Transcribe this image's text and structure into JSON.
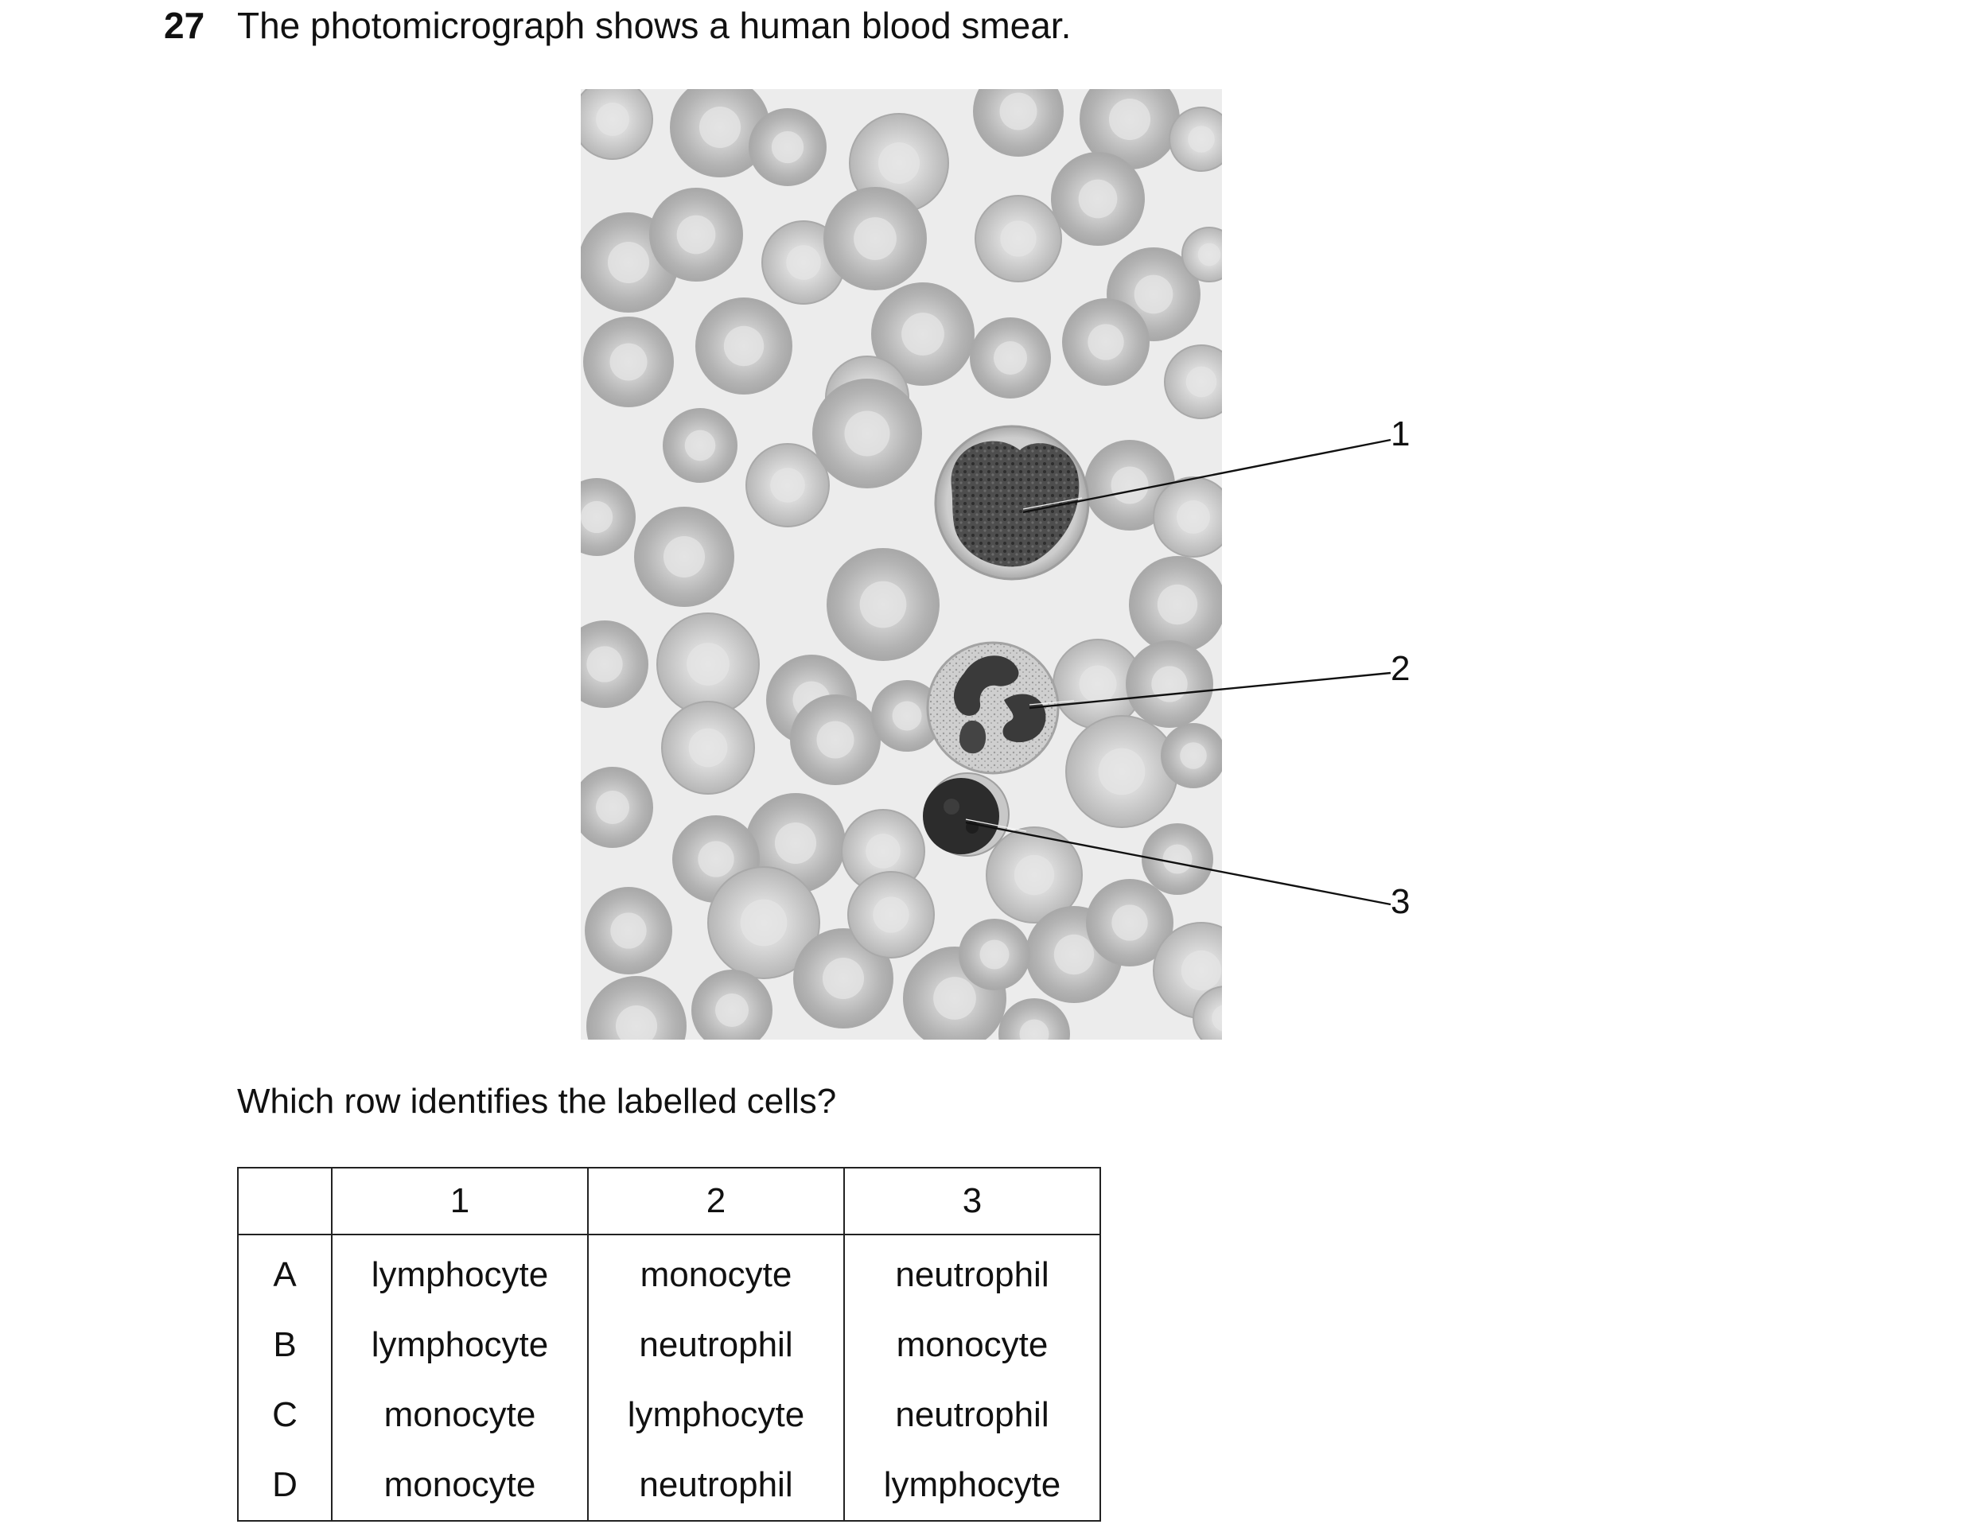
{
  "question": {
    "number": "27",
    "stem": "The photomicrograph shows a human blood smear.",
    "prompt": "Which row identifies the labelled cells?"
  },
  "figure": {
    "labels": [
      "1",
      "2",
      "3"
    ]
  },
  "table": {
    "headers": [
      "",
      "1",
      "2",
      "3"
    ],
    "rows": [
      {
        "key": "A",
        "cells": [
          "lymphocyte",
          "monocyte",
          "neutrophil"
        ]
      },
      {
        "key": "B",
        "cells": [
          "lymphocyte",
          "neutrophil",
          "monocyte"
        ]
      },
      {
        "key": "C",
        "cells": [
          "monocyte",
          "lymphocyte",
          "neutrophil"
        ]
      },
      {
        "key": "D",
        "cells": [
          "monocyte",
          "neutrophil",
          "lymphocyte"
        ]
      }
    ]
  }
}
